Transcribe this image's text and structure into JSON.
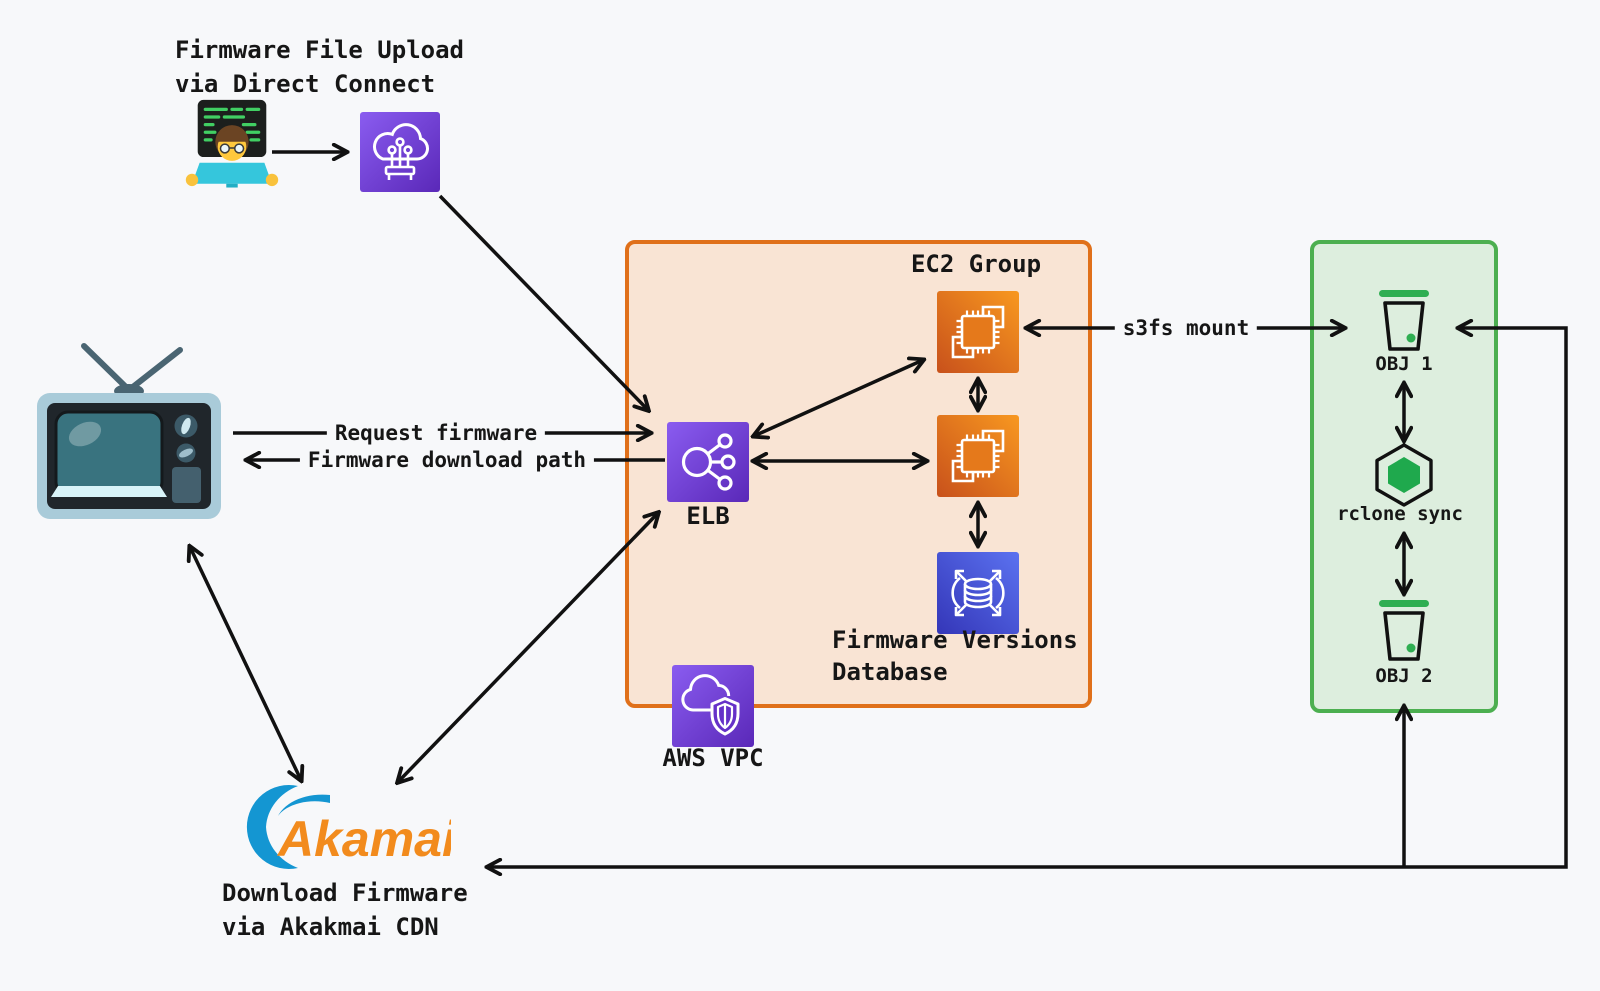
{
  "title": {
    "line1": "Firmware File Upload",
    "line2": "via Direct Connect"
  },
  "nodes": {
    "developer": {
      "icon": "technologist-emoji"
    },
    "direct_connect": {
      "icon": "aws-direct-connect"
    },
    "tv": {
      "icon": "television-emoji"
    },
    "elb": {
      "label": "ELB"
    },
    "ec2_group": {
      "label": "EC2 Group"
    },
    "database": {
      "label_line1": "Firmware Versions",
      "label_line2": "Database"
    },
    "aws_vpc": {
      "label": "AWS VPC"
    },
    "obj1": {
      "label": "OBJ 1"
    },
    "rclone": {
      "label": "rclone sync"
    },
    "obj2": {
      "label": "OBJ 2"
    },
    "akamai": {
      "logo_text": "Akamai",
      "caption_line1": "Download Firmware",
      "caption_line2": "via Akakmai CDN"
    }
  },
  "edges": {
    "request": "Request firmware",
    "download": "Firmware download path",
    "s3fs": "s3fs mount"
  },
  "colors": {
    "background": "#f7f8fa",
    "vpc_box_border": "#e0701a",
    "vpc_box_fill": "#f9e4d4",
    "storage_box_border": "#4caf50",
    "storage_box_fill": "#ddeede",
    "arrow": "#111111",
    "akamai_blue": "#1496d2",
    "akamai_orange": "#f28b1d",
    "aws_orange_dark": "#c8511b",
    "aws_orange_light": "#f89820",
    "aws_purple_light": "#8a5cf0",
    "aws_purple_dark": "#5a28b8",
    "aws_blue_dark": "#3436b8",
    "aws_blue_light": "#5b72f0",
    "bucket_green": "#2fae52"
  }
}
